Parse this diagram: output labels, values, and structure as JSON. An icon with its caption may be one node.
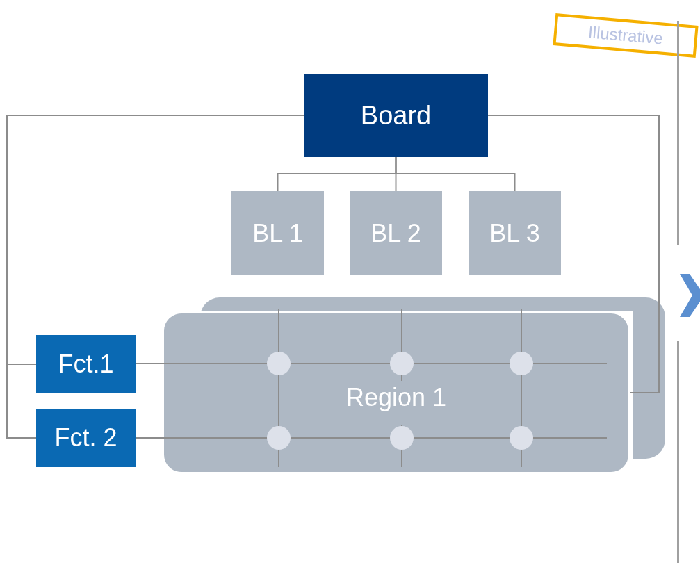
{
  "diagram": {
    "nodes": [
      {
        "text": [
          "Board"
        ]
      },
      {
        "text": [
          "BL 1"
        ]
      },
      {
        "text": [
          "BL 2"
        ]
      },
      {
        "text": [
          "BL 3"
        ]
      },
      {
        "text": [
          "Region 1"
        ]
      },
      {
        "text": [
          "Fct.1"
        ]
      },
      {
        "text": [
          "Fct. 2"
        ]
      }
    ],
    "edges": [
      {
        "from": 0,
        "to": 1,
        "arrow": "none"
      },
      {
        "from": 0,
        "to": 2,
        "arrow": "none"
      },
      {
        "from": 0,
        "to": 3,
        "arrow": "none"
      },
      {
        "from": 0,
        "to": 5,
        "arrow": "none"
      },
      {
        "from": 0,
        "to": 6,
        "arrow": "none"
      },
      {
        "from": 0,
        "to": 4,
        "arrow": "none"
      }
    ],
    "labels": [
      "Illustrative"
    ]
  }
}
